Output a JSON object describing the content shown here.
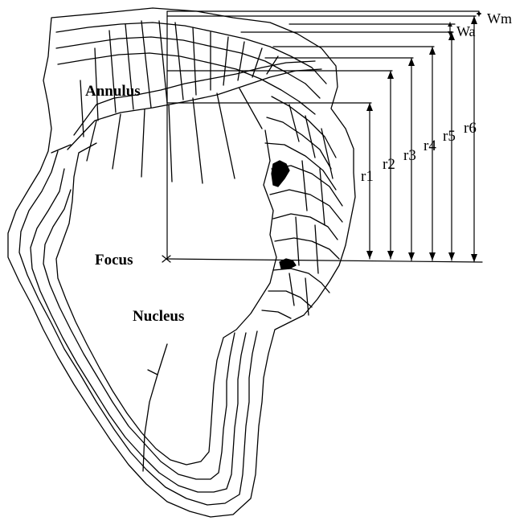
{
  "labels": {
    "annulus": "Annulus",
    "focus": "Focus",
    "nucleus": "Nucleus"
  },
  "radii": [
    "r1",
    "r2",
    "r3",
    "r4",
    "r5",
    "r6"
  ],
  "widths": {
    "wm": "Wm",
    "wa": "Wa"
  },
  "colors": {
    "line": "#000000",
    "background": "#ffffff"
  }
}
